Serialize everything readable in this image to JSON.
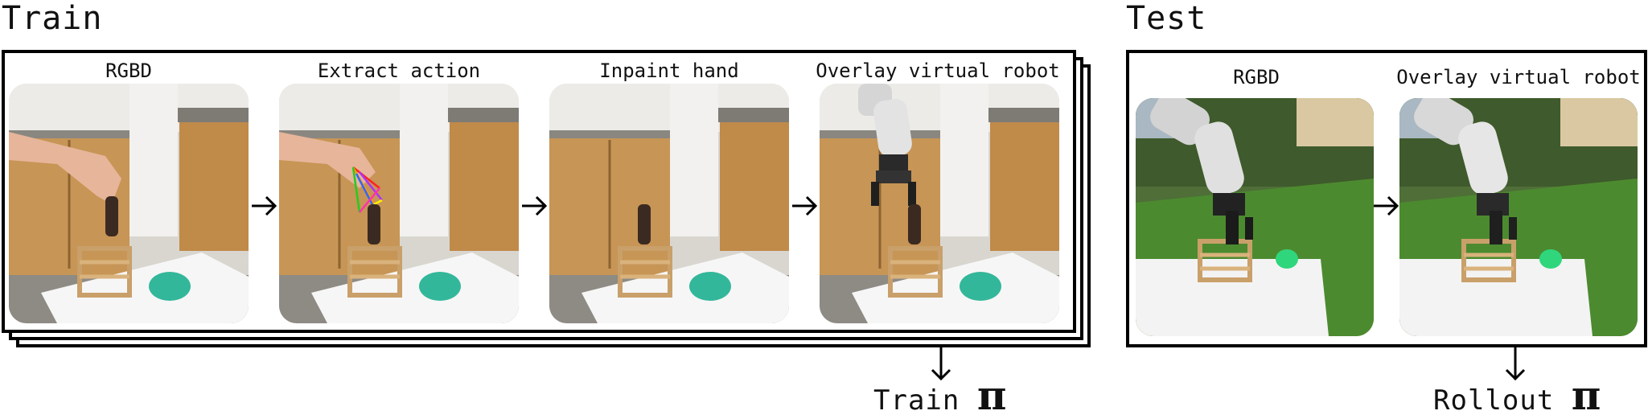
{
  "train": {
    "title": "Train",
    "steps": [
      {
        "label": "RGBD",
        "scene": "kitchen",
        "overlay": "hand"
      },
      {
        "label": "Extract action",
        "scene": "kitchen",
        "overlay": "hand-keypoints"
      },
      {
        "label": "Inpaint hand",
        "scene": "kitchen",
        "overlay": "none"
      },
      {
        "label": "Overlay virtual robot",
        "scene": "kitchen",
        "overlay": "robot"
      }
    ],
    "output_label": "Train",
    "output_symbol": "π"
  },
  "test": {
    "title": "Test",
    "steps": [
      {
        "label": "RGBD",
        "scene": "outdoor",
        "overlay": "real-robot"
      },
      {
        "label": "Overlay virtual robot",
        "scene": "outdoor",
        "overlay": "robot"
      }
    ],
    "output_label": "Rollout",
    "output_symbol": "π"
  },
  "icons": [
    "right-arrow-icon",
    "down-arrow-icon"
  ],
  "colors": {
    "frame": "#000000",
    "background": "#ffffff"
  }
}
